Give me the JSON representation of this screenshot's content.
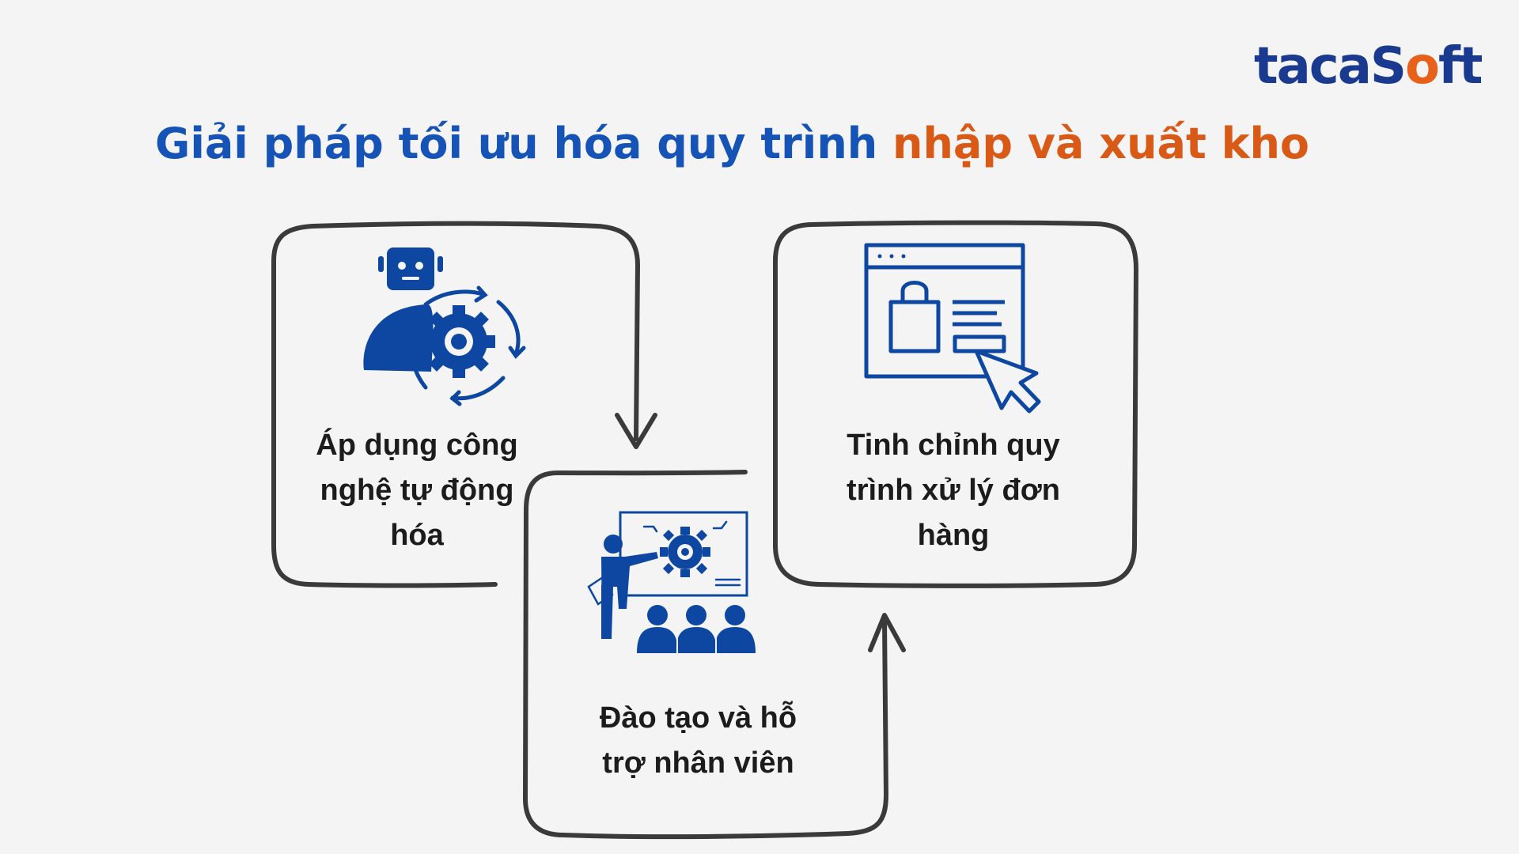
{
  "brand": {
    "logo_part1": "tacaS",
    "logo_o": "o",
    "logo_part2": "ft"
  },
  "title": {
    "part_blue": "Giải pháp tối ưu hóa quy trình ",
    "part_orange": "nhập và xuất kho"
  },
  "steps": [
    {
      "label": "Áp dụng công nghệ tự động hóa",
      "icon": "robot-gear-icon"
    },
    {
      "label": "Đào tạo và hỗ trợ nhân viên",
      "icon": "training-presentation-icon"
    },
    {
      "label": "Tinh chỉnh quy trình xử lý đơn hàng",
      "icon": "online-shopping-click-icon"
    }
  ],
  "colors": {
    "primary_blue": "#0d47a1",
    "accent_orange": "#d95a17",
    "frame_stroke": "#3a3a3a",
    "background": "#f4f4f4"
  }
}
